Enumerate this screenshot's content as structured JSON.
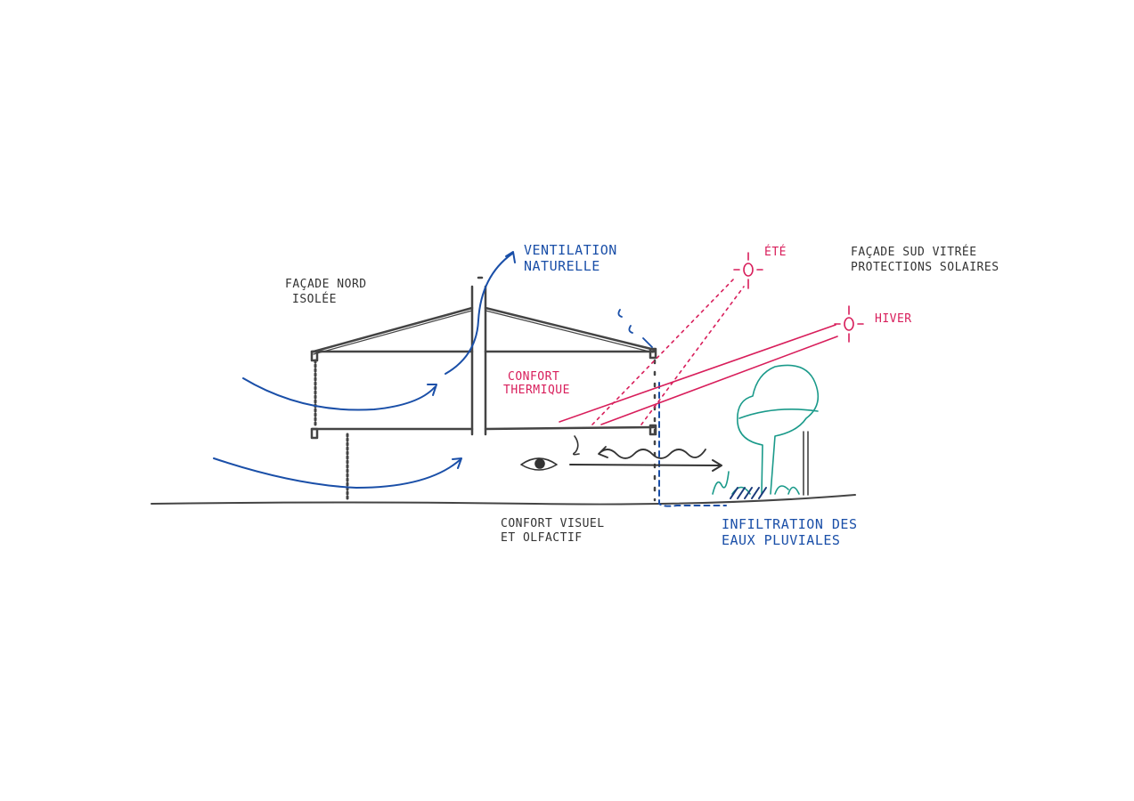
{
  "labels": {
    "ventilation": [
      "VENTILATION",
      "NATURELLE"
    ],
    "facade_nord": [
      "FAÇADE NORD",
      "ISOLÉE"
    ],
    "ete": "ÉTÉ",
    "hiver": "HIVER",
    "facade_sud": [
      "FAÇADE SUD VITRÉE",
      "PROTECTIONS SOLAIRES"
    ],
    "confort_thermique": [
      "CONFORT",
      "THERMIQUE"
    ],
    "confort_visuel": [
      "CONFORT VISUEL",
      "ET OLFACTIF"
    ],
    "infiltration": [
      "INFILTRATION DES",
      "EAUX PLUVIALES"
    ]
  },
  "colors": {
    "ink": "#333333",
    "blue": "#1a4fa8",
    "pink": "#d81e5b",
    "teal": "#1a9a8a"
  }
}
